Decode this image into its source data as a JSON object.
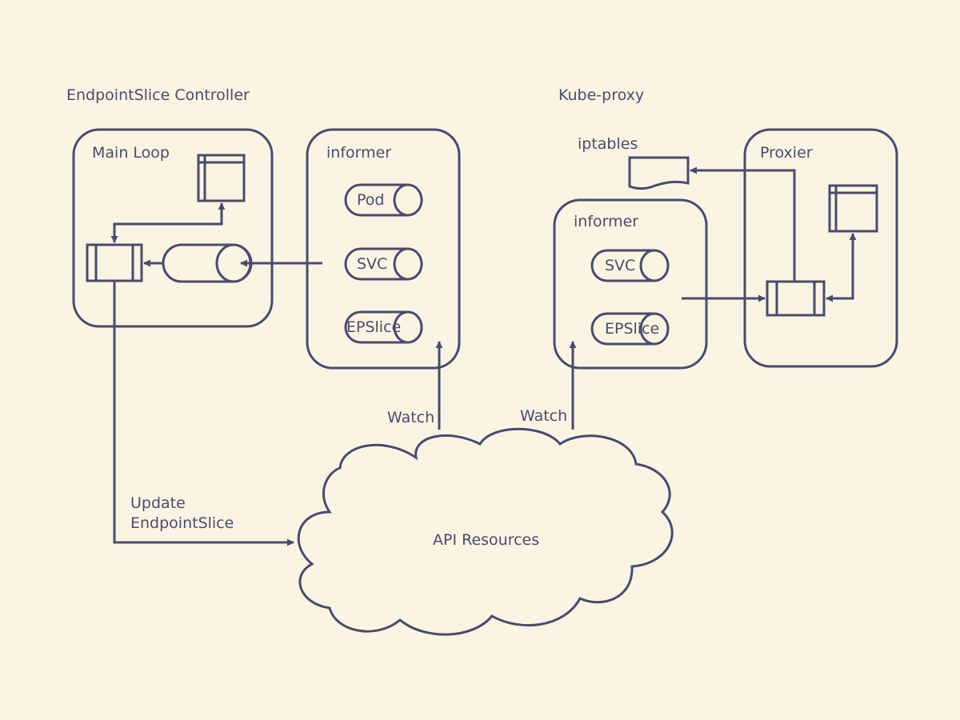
{
  "colors": {
    "background": "#fcf4e3",
    "stroke": "#474c6e",
    "fill": "#fcf4e3"
  },
  "endpointslice_controller": {
    "title": "EndpointSlice Controller",
    "main_loop": {
      "label": "Main Loop"
    },
    "informer": {
      "label": "informer",
      "items": [
        "Pod",
        "SVC",
        "EPSlice"
      ]
    },
    "update_label": "Update\nEndpointSlice"
  },
  "kube_proxy": {
    "title": "Kube-proxy",
    "iptables_label": "iptables",
    "proxier": {
      "label": "Proxier"
    },
    "informer": {
      "label": "informer",
      "items": [
        "SVC",
        "EPSlice"
      ]
    }
  },
  "api": {
    "label": "API Resources",
    "watch_left": "Watch",
    "watch_right": "Watch"
  }
}
